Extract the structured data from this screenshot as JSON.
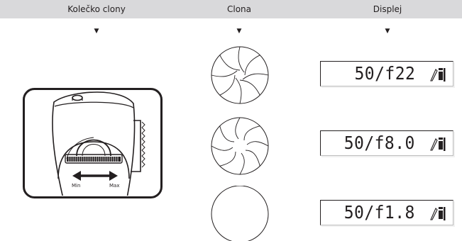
{
  "headers": {
    "wheel": "Kolečko clony",
    "aperture": "Clona",
    "display": "Displej"
  },
  "arrow_glyph": "▼",
  "camera": {
    "min_label": "Min",
    "max_label": "Max"
  },
  "rows": [
    {
      "display_text": "50/f22",
      "aperture_state": "narrow"
    },
    {
      "display_text": "50/f8.0",
      "aperture_state": "medium"
    },
    {
      "display_text": "50/f1.8",
      "aperture_state": "wide-open"
    }
  ],
  "colors": {
    "header_bg": "#d9d9db",
    "ink": "#231f20"
  }
}
